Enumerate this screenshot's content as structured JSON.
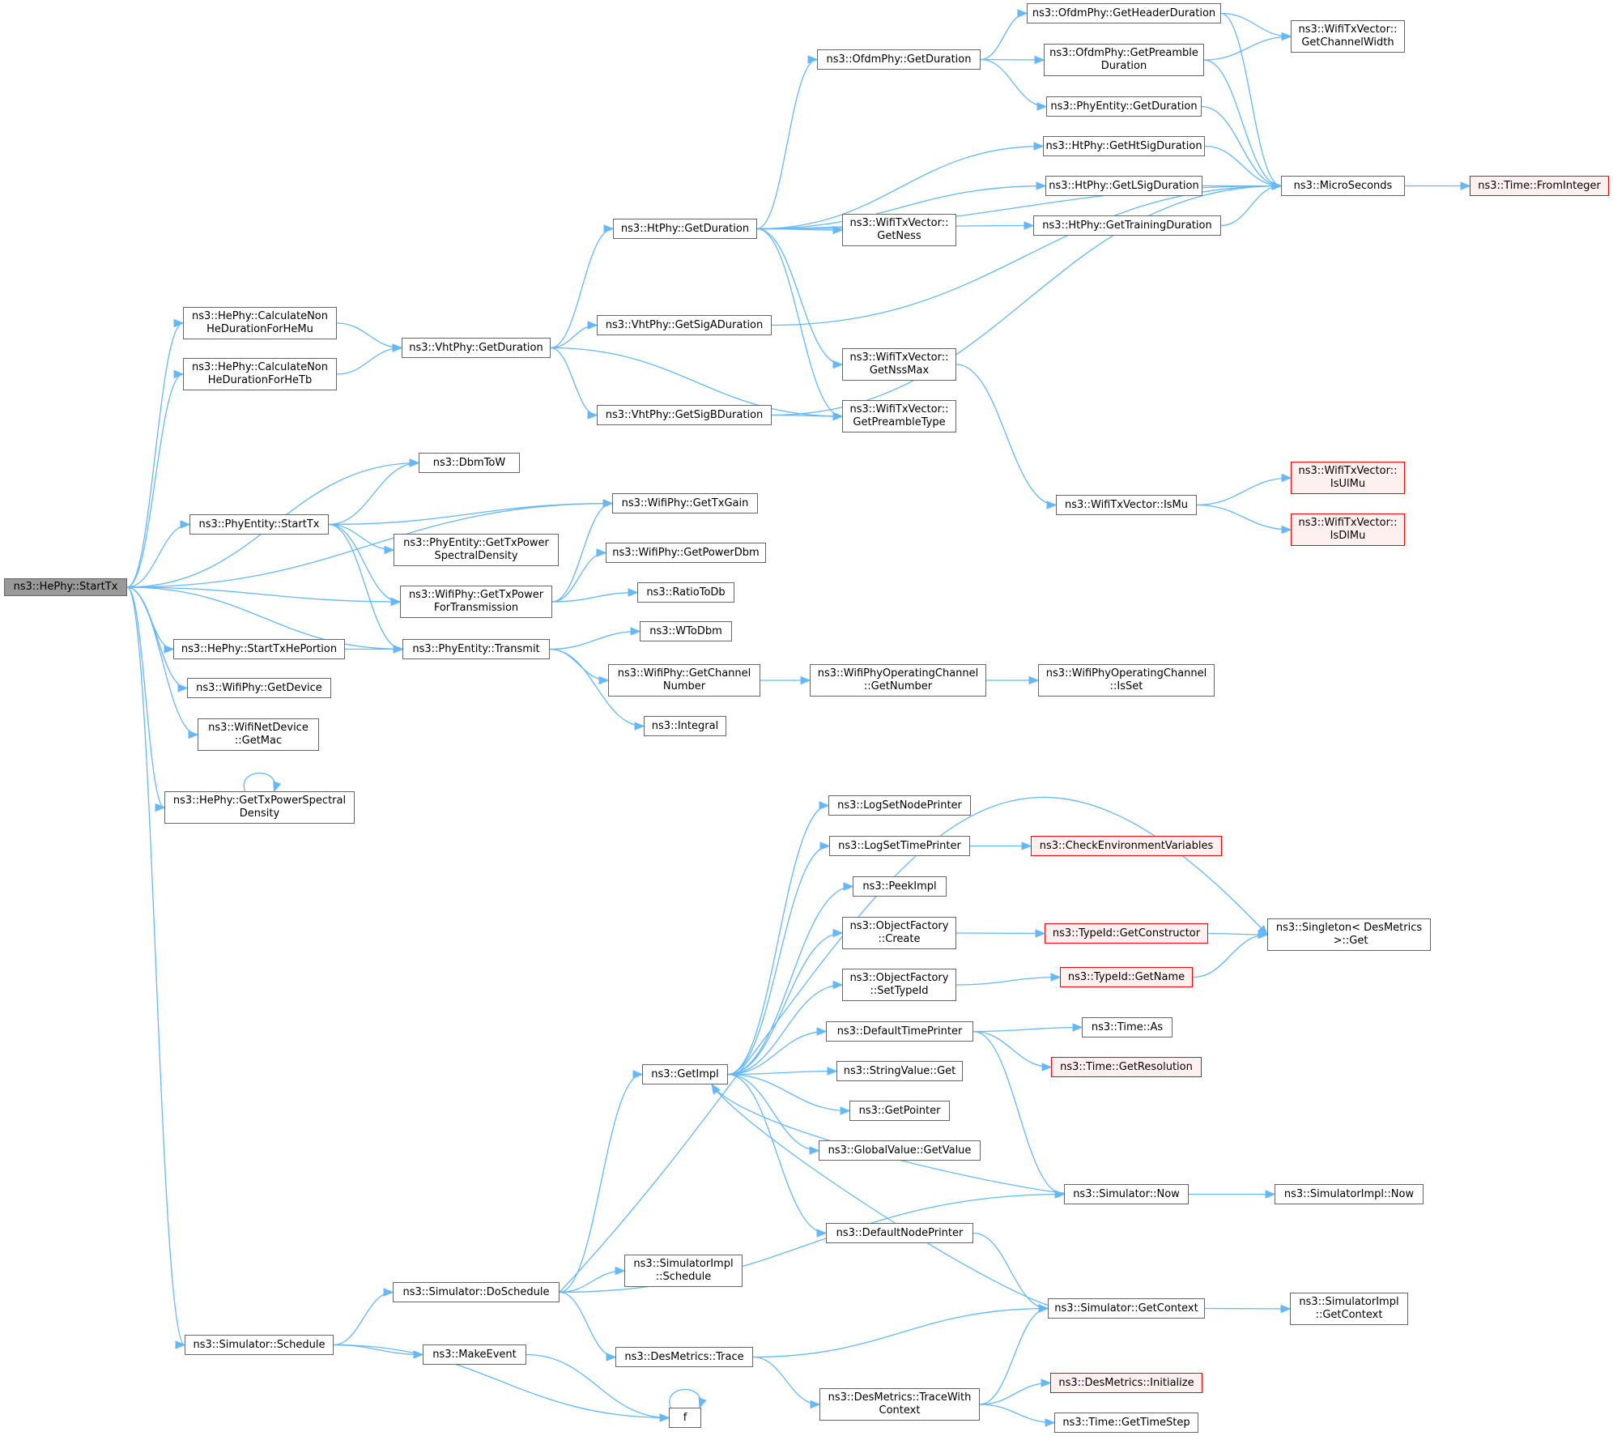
{
  "diagram": {
    "edge_color": "#63b8ff",
    "root_fill": "#999999",
    "truncated_border": "#ff0000",
    "nodes": {
      "hephy_starttx": "ns3::HePhy::StartTx",
      "calc_nonhe_mu": "ns3::HePhy::CalculateNon\nHeDurationForHeMu",
      "calc_nonhe_tb": "ns3::HePhy::CalculateNon\nHeDurationForHeTb",
      "dbmtow": "ns3::DbmToW",
      "phyentity_starttx": "ns3::PhyEntity::StartTx",
      "hephy_starttxheportion": "ns3::HePhy::StartTxHePortion",
      "wifiphy_getdevice": "ns3::WifiPhy::GetDevice",
      "wifinetdevice_getmac": "ns3::WifiNetDevice\n::GetMac",
      "hephy_gettxpsd": "ns3::HePhy::GetTxPowerSpectral\nDensity",
      "simulator_schedule": "ns3::Simulator::Schedule",
      "vhtphy_getduration": "ns3::VhtPhy::GetDuration",
      "wifiphy_gettxgain": "ns3::WifiPhy::GetTxGain",
      "phyentity_gettxpsd": "ns3::PhyEntity::GetTxPower\nSpectralDensity",
      "wifiphy_gettxpowerfortx": "ns3::WifiPhy::GetTxPower\nForTransmission",
      "phyentity_transmit": "ns3::PhyEntity::Transmit",
      "wifiphy_getpowerdbm": "ns3::WifiPhy::GetPowerDbm",
      "ratiotodb": "ns3::RatioToDb",
      "wtodbm": "ns3::WToDbm",
      "wifiphy_getchannelnumber": "ns3::WifiPhy::GetChannel\nNumber",
      "integral": "ns3::Integral",
      "htphy_getduration": "ns3::HtPhy::GetDuration",
      "vhtphy_getsigaduration": "ns3::VhtPhy::GetSigADuration",
      "vhtphy_getsigbduration": "ns3::VhtPhy::GetSigBDuration",
      "ofdmphy_getduration": "ns3::OfdmPhy::GetDuration",
      "ofdmphy_getheaderduration": "ns3::OfdmPhy::GetHeaderDuration",
      "ofdmphy_getpreambleduration": "ns3::OfdmPhy::GetPreamble\nDuration",
      "phyentity_getduration": "ns3::PhyEntity::GetDuration",
      "htphy_gethtsigduration": "ns3::HtPhy::GetHtSigDuration",
      "htphy_getlsigduration": "ns3::HtPhy::GetLSigDuration",
      "htphy_gettrainingduration": "ns3::HtPhy::GetTrainingDuration",
      "wifitxvector_getness": "ns3::WifiTxVector::\nGetNess",
      "wifitxvector_getnssmax": "ns3::WifiTxVector::\nGetNssMax",
      "wifitxvector_getpreambletype": "ns3::WifiTxVector::\nGetPreambleType",
      "wifitxvector_getchannelwidth": "ns3::WifiTxVector::\nGetChannelWidth",
      "microseconds": "ns3::MicroSeconds",
      "time_frominteger": "ns3::Time::FromInteger",
      "wifitxvector_ismu": "ns3::WifiTxVector::IsMu",
      "wifitxvector_isulmu": "ns3::WifiTxVector::\nIsUlMu",
      "wifitxvector_isdlmu": "ns3::WifiTxVector::\nIsDlMu",
      "wifiphyopchan_getnumber": "ns3::WifiPhyOperatingChannel\n::GetNumber",
      "wifiphyopchan_isset": "ns3::WifiPhyOperatingChannel\n::IsSet",
      "simulator_doschedule": "ns3::Simulator::DoSchedule",
      "makeevent": "ns3::MakeEvent",
      "f": "f",
      "getimpl": "ns3::GetImpl",
      "simulatorimpl_schedule": "ns3::SimulatorImpl\n::Schedule",
      "desmetrics_trace": "ns3::DesMetrics::Trace",
      "desmetrics_tracewithcontext": "ns3::DesMetrics::TraceWith\nContext",
      "logsetnodeprinter": "ns3::LogSetNodePrinter",
      "logsettimeprinter": "ns3::LogSetTimePrinter",
      "peekimpl": "ns3::PeekImpl",
      "objectfactory_create": "ns3::ObjectFactory\n::Create",
      "objectfactory_settypeid": "ns3::ObjectFactory\n::SetTypeId",
      "defaulttimeprinter": "ns3::DefaultTimePrinter",
      "stringvalue_get": "ns3::StringValue::Get",
      "getpointer": "ns3::GetPointer",
      "globalvalue_getvalue": "ns3::GlobalValue::GetValue",
      "defaultnodeprinter": "ns3::DefaultNodePrinter",
      "checkenvironmentvariables": "ns3::CheckEnvironmentVariables",
      "typeid_getconstructor": "ns3::TypeId::GetConstructor",
      "typeid_getname": "ns3::TypeId::GetName",
      "time_as": "ns3::Time::As",
      "time_getresolution": "ns3::Time::GetResolution",
      "simulator_now": "ns3::Simulator::Now",
      "simulator_getcontext": "ns3::Simulator::GetContext",
      "desmetrics_initialize": "ns3::DesMetrics::Initialize",
      "time_gettimestep": "ns3::Time::GetTimeStep",
      "singleton_get": "ns3::Singleton< DesMetrics\n >::Get",
      "simulatorimpl_now": "ns3::SimulatorImpl::Now",
      "simulatorimpl_getcontext": "ns3::SimulatorImpl\n::GetContext"
    }
  }
}
